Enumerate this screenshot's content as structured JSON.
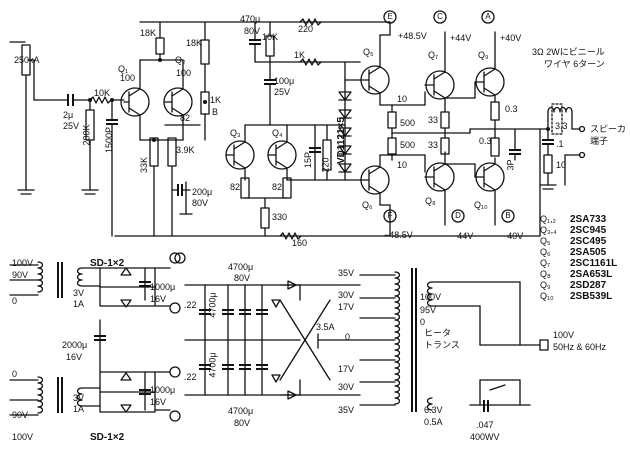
{
  "rails": {
    "pos_vcc": "+48.5V",
    "neg_vcc": "−48.5V",
    "pos_c": "+44V",
    "pos_a": "+40V",
    "neg_d": "−44V",
    "neg_b": "−40V"
  },
  "nodes": [
    "E",
    "F",
    "C",
    "A",
    "D",
    "B"
  ],
  "input": {
    "pot": "250kA",
    "cap": "2μ",
    "cap_v": "25V",
    "r_series": "10K",
    "r_shunt": "200K",
    "cap_c": "1500P"
  },
  "diff": {
    "r_load1": "18K",
    "r_load2": "18K",
    "r_e1": "100",
    "r_e2": "100",
    "r_ce": "82",
    "r_ref": "3.9K",
    "r_gnd": "33K",
    "vr": "1K",
    "vr_b": "B",
    "cap_e": "200μ",
    "cap_e_v": "80V"
  },
  "driver": {
    "r_bias": "10K",
    "r_top": "1K",
    "r_220": "220",
    "cap_top": "470μ",
    "cap_top_v": "80V",
    "cap_bs": "100μ",
    "cap_bs_v": "25V",
    "r_e3": "82",
    "r_e4": "82",
    "r_330": "330",
    "r_160": "160",
    "cap_15p": "15P",
    "r_220b": "220",
    "diodes": "VD1121×5"
  },
  "output": {
    "r_10a": "10",
    "r_10b": "10",
    "r_500a": "500",
    "r_500b": "500",
    "r_33a": "33",
    "r_33b": "33",
    "r_03a": "0.3",
    "r_03b": "0.3",
    "cap_3p": "3P",
    "r_10c": "10",
    "cap_1": ".1",
    "r_33c": "3.3"
  },
  "speaker": {
    "coil": "3Ω 2Wにビニール",
    "coil2": "ワイヤ 6ターン",
    "terminal": "スピーカ",
    "terminal2": "端子"
  },
  "transistors": {
    "q1": "Q₁",
    "q2": "Q₂",
    "q3": "Q₃",
    "q4": "Q₄",
    "q5": "Q₅",
    "q6": "Q₆",
    "q7": "Q₇",
    "q8": "Q₈",
    "q9": "Q₉",
    "q10": "Q₁₀"
  },
  "parts_list": [
    {
      "ref": "Q₁,₂",
      "part": "2SA733"
    },
    {
      "ref": "Q₃,₄",
      "part": "2SC945"
    },
    {
      "ref": "Q₅",
      "part": "2SC495"
    },
    {
      "ref": "Q₆",
      "part": "2SA505"
    },
    {
      "ref": "Q₇",
      "part": "2SC1161L"
    },
    {
      "ref": "Q₈",
      "part": "2SA653L"
    },
    {
      "ref": "Q₉",
      "part": "2SD287"
    },
    {
      "ref": "Q₁₀",
      "part": "2SB539L"
    }
  ],
  "psu": {
    "bridge_top": "SD-1×2",
    "bridge_bot": "SD-1×2",
    "t1_taps": [
      "100V",
      "90V",
      "0"
    ],
    "t2_taps": [
      "0",
      "90V",
      "100V"
    ],
    "sec_v": "3V",
    "sec_a": "1A",
    "sec_v2": "3V",
    "sec_a2": "1A",
    "cap_1000a": "1000μ",
    "cap_1000a_v": "16V",
    "cap_1000b": "1000μ",
    "cap_1000b_v": "16V",
    "cap_2000": "2000μ",
    "cap_2000_v": "16V",
    "cap_4700a": "4700μ",
    "cap_4700a_v": "80V",
    "cap_4700b": "4700μ",
    "cap_4700b_v": "80V",
    "cap_4700c": "4700μ",
    "cap_4700d": "4700μ",
    "cap_22a": ".22",
    "cap_22b": ".22",
    "heater_label": "ヒータ",
    "heater_label2": "トランス",
    "main_taps_l": [
      "35V",
      "30V",
      "17V",
      "0",
      "17V",
      "30V",
      "35V"
    ],
    "main_taps_r": [
      "100V",
      "95V",
      "0"
    ],
    "tap_35a": "3.5A",
    "tap_0": "0",
    "tap_63": "6.3V",
    "tap_05": "0.5A",
    "cap_047": ".047",
    "cap_047_v": "400WV",
    "mains": "100V",
    "mains2": "50Hz & 60Hz"
  }
}
